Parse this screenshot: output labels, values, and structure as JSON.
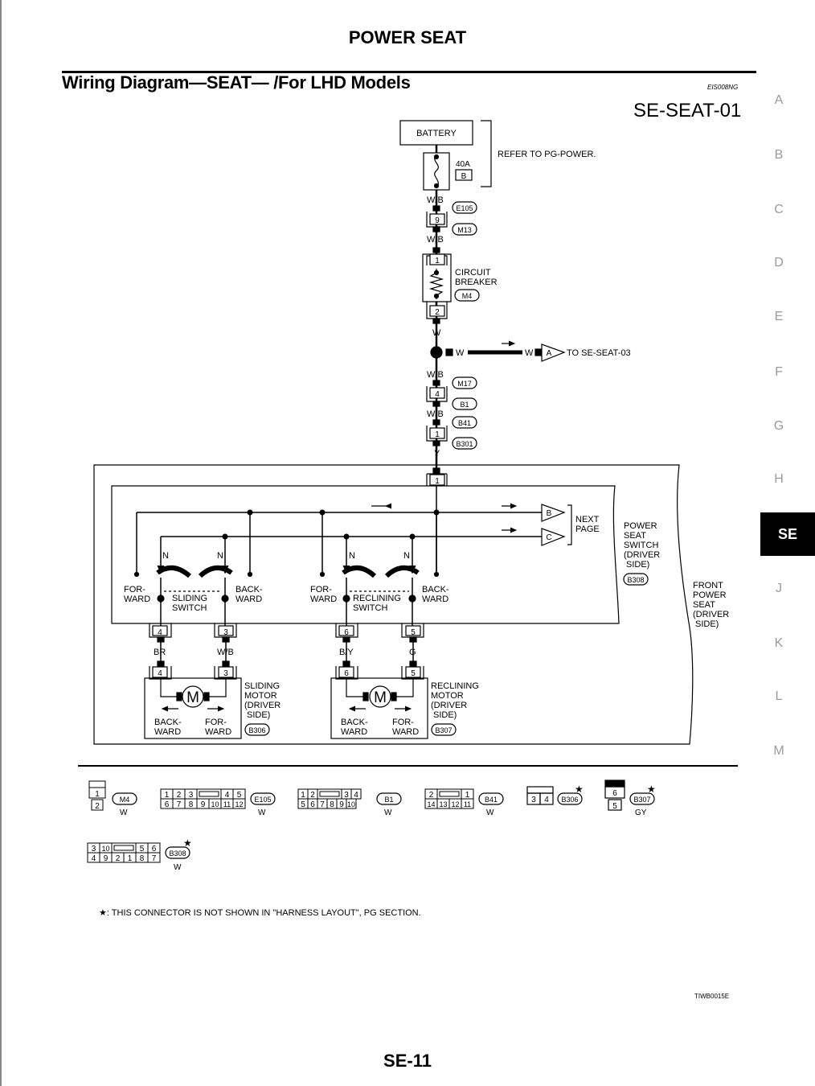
{
  "page": {
    "header": "POWER SEAT",
    "section_title": "Wiring Diagram—SEAT— /For LHD Models",
    "section_code": "EIS008NG",
    "diagram_id": "SE-SEAT-01",
    "page_number": "SE-11",
    "figure_code": "TIWB0015E",
    "footnote": "★: THIS CONNECTOR IS NOT SHOWN IN \"HARNESS LAYOUT\", PG SECTION."
  },
  "side_tabs": [
    {
      "label": "A",
      "active": false
    },
    {
      "label": "B",
      "active": false
    },
    {
      "label": "C",
      "active": false
    },
    {
      "label": "D",
      "active": false
    },
    {
      "label": "E",
      "active": false
    },
    {
      "label": "F",
      "active": false
    },
    {
      "label": "G",
      "active": false
    },
    {
      "label": "H",
      "active": false
    },
    {
      "label": "SE",
      "active": true
    },
    {
      "label": "J",
      "active": false
    },
    {
      "label": "K",
      "active": false
    },
    {
      "label": "L",
      "active": false
    },
    {
      "label": "M",
      "active": false
    }
  ],
  "diagram": {
    "battery": "BATTERY",
    "fuse_amp": "40A",
    "fuse_id": "B",
    "refer": "REFER TO PG-POWER.",
    "circuit_breaker": [
      "CIRCUIT",
      "BREAKER"
    ],
    "to_seat03": "TO SE-SEAT-03",
    "next_page": [
      "NEXT",
      "PAGE"
    ],
    "power_seat_switch": [
      "POWER",
      "SEAT",
      "SWITCH",
      "(DRIVER",
      "SIDE)"
    ],
    "front_power_seat": [
      "FRONT",
      "POWER",
      "SEAT",
      "(DRIVER",
      "SIDE)"
    ],
    "sliding_switch": [
      "SLIDING",
      "SWITCH"
    ],
    "reclining_switch": [
      "RECLINING",
      "SWITCH"
    ],
    "forward": [
      "FOR-",
      "WARD"
    ],
    "backward": [
      "BACK-",
      "WARD"
    ],
    "neutral": "N",
    "sliding_motor": [
      "SLIDING",
      "MOTOR",
      "(DRIVER",
      "SIDE)"
    ],
    "reclining_motor": [
      "RECLINING",
      "MOTOR",
      "(DRIVER",
      "SIDE)"
    ],
    "motor_symbol": "M",
    "wire_colors": {
      "wb": "W/B",
      "w": "W",
      "y": "Y",
      "br": "BR",
      "by": "B/Y",
      "g": "G"
    },
    "connectors": {
      "e105": "E105",
      "m13": "M13",
      "m4": "M4",
      "m17": "M17",
      "b1": "B1",
      "b41": "B41",
      "b301": "B301",
      "b308": "B308",
      "b306": "B306",
      "b307": "B307"
    },
    "pins": {
      "p9": "9",
      "p1": "1",
      "p2": "2",
      "p4": "4",
      "p3": "3",
      "p6": "6",
      "p5": "5"
    },
    "labels_abc": {
      "a": "A",
      "b": "B",
      "c": "C"
    }
  },
  "connector_views": [
    {
      "id": "M4",
      "color": "W"
    },
    {
      "id": "E105",
      "color": "W"
    },
    {
      "id": "B1",
      "color": "W"
    },
    {
      "id": "B41",
      "color": "W"
    },
    {
      "id": "B306",
      "color": ""
    },
    {
      "id": "B307",
      "color": "GY"
    },
    {
      "id": "B308",
      "color": "W"
    }
  ],
  "connector_pins": {
    "m4": [
      [
        "1"
      ],
      [
        "2"
      ]
    ],
    "e105": [
      [
        "1",
        "2",
        "3",
        "4",
        "5"
      ],
      [
        "6",
        "7",
        "8",
        "9",
        "10",
        "11",
        "12"
      ]
    ],
    "b1": [
      [
        "1",
        "2",
        "3",
        "4"
      ],
      [
        "5",
        "6",
        "7",
        "8",
        "9",
        "10"
      ]
    ],
    "b41": [
      [
        "2",
        "1"
      ],
      [
        "14",
        "13",
        "12",
        "11"
      ]
    ],
    "b306": [
      [
        "3",
        "4"
      ]
    ],
    "b307": [
      [
        "6"
      ],
      [
        "5"
      ]
    ],
    "b308": [
      [
        "3",
        "10",
        "5",
        "6"
      ],
      [
        "4",
        "9",
        "2",
        "1",
        "8",
        "7"
      ]
    ]
  },
  "star": "★"
}
